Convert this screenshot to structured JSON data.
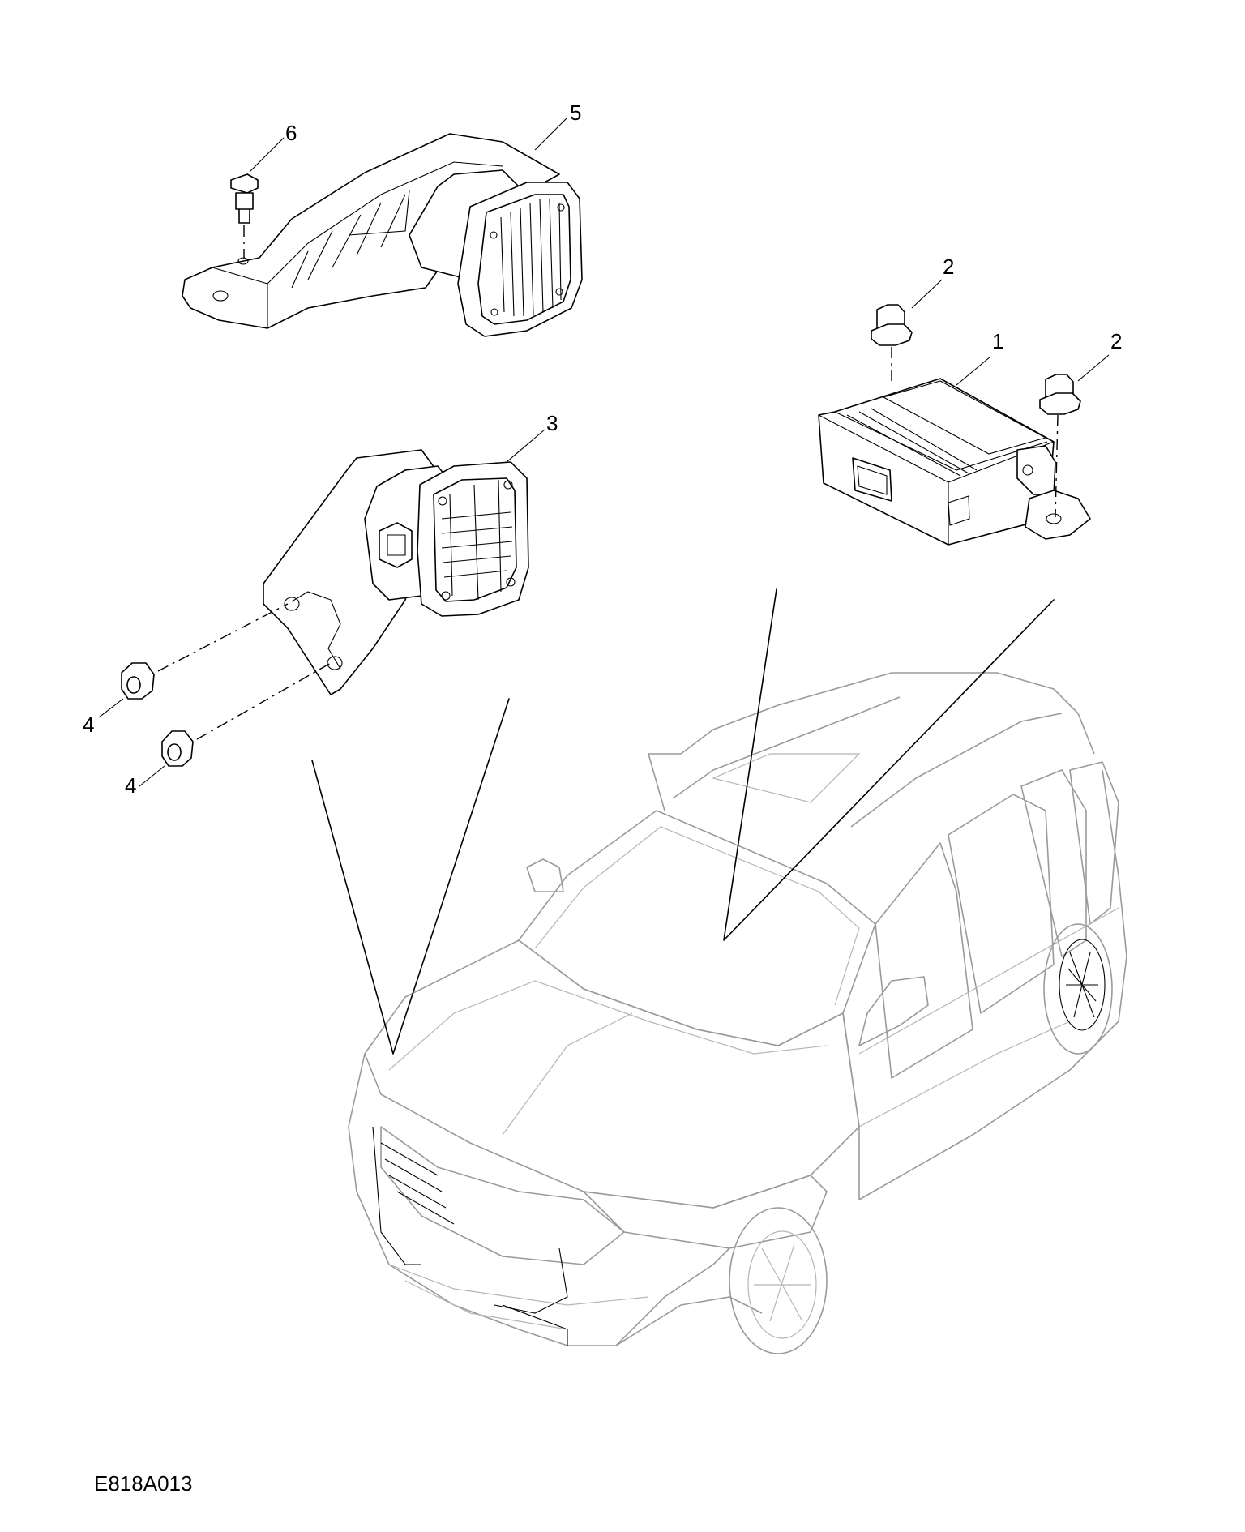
{
  "figure_id": "E818A013",
  "callouts": {
    "c1": "1",
    "c2a": "2",
    "c2b": "2",
    "c3": "3",
    "c4a": "4",
    "c4b": "4",
    "c5": "5",
    "c6": "6"
  }
}
